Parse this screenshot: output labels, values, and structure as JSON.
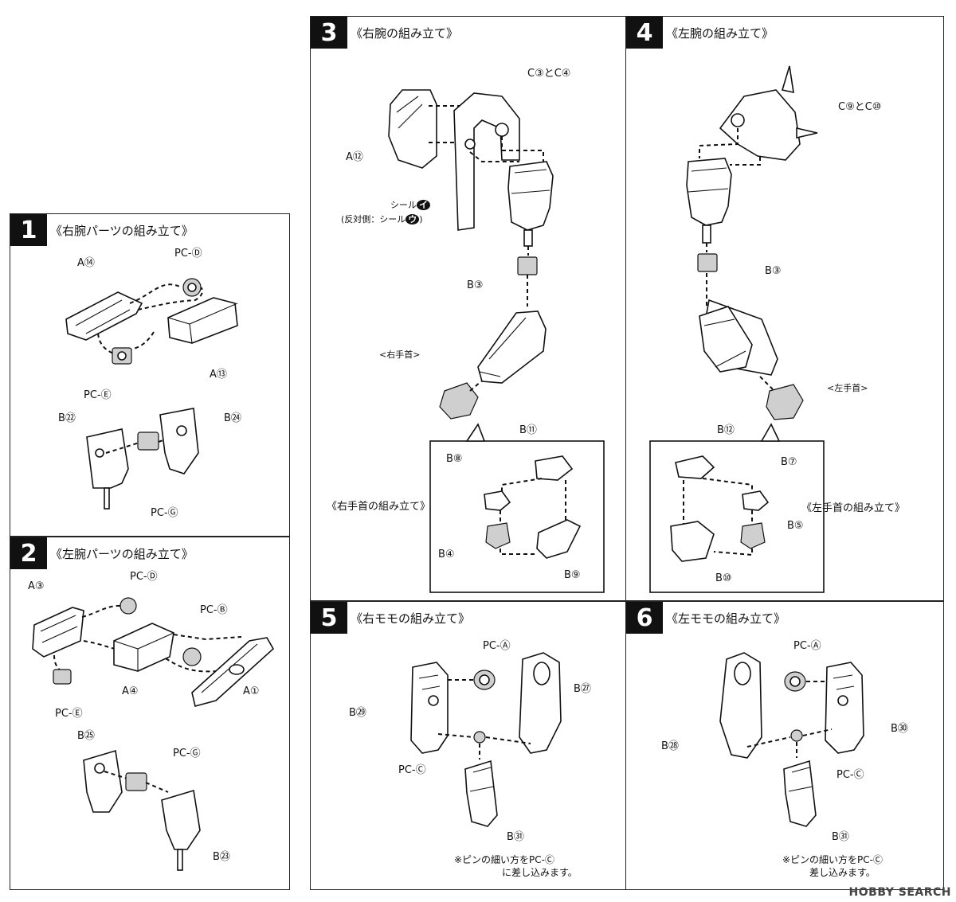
{
  "panel1": {
    "num": "1",
    "title": "《右腕パーツの組み立て》",
    "labels": {
      "a14": "A⑭",
      "pcd": "PC-Ⓓ",
      "a13": "A⑬",
      "pce": "PC-Ⓔ",
      "b22": "B㉒",
      "b24": "B㉔",
      "pcg": "PC-Ⓖ"
    }
  },
  "panel2": {
    "num": "2",
    "title": "《左腕パーツの組み立て》",
    "labels": {
      "a3": "A③",
      "pcd": "PC-Ⓓ",
      "pcb": "PC-Ⓑ",
      "pce": "PC-Ⓔ",
      "a4": "A④",
      "a1": "A①",
      "b25": "B㉕",
      "pcg": "PC-Ⓖ",
      "b23": "B㉓"
    }
  },
  "panel3": {
    "num": "3",
    "title": "《右腕の組み立て》",
    "labels": {
      "c34": "C③とC④",
      "a12": "A⑫",
      "seal1": "シール",
      "seal1mark": "イ",
      "seal2": "(反対側：シール",
      "seal2mark": "ウ",
      "seal2end": ")",
      "b3": "B③",
      "wrist": "<右手首>",
      "b11": "B⑪",
      "b8": "B⑧",
      "b4": "B④",
      "b9": "B⑨"
    },
    "subtitle": "《右手首の組み立て》"
  },
  "panel4": {
    "num": "4",
    "title": "《左腕の組み立て》",
    "labels": {
      "c910": "C⑨とC⑩",
      "b3": "B③",
      "wrist": "<左手首>",
      "b12": "B⑫",
      "b7": "B⑦",
      "b5": "B⑤",
      "b10": "B⑩"
    },
    "subtitle": "《左手首の組み立て》"
  },
  "panel5": {
    "num": "5",
    "title": "《右モモの組み立て》",
    "labels": {
      "pca": "PC-Ⓐ",
      "b27": "B㉗",
      "b29": "B㉙",
      "pcc": "PC-Ⓒ",
      "b31": "B㉛"
    },
    "note1": "※ピンの細い方をPC-Ⓒ",
    "note2": "に差し込みます。"
  },
  "panel6": {
    "num": "6",
    "title": "《左モモの組み立て》",
    "labels": {
      "pca": "PC-Ⓐ",
      "b30": "B㉚",
      "b28": "B㉘",
      "pcc": "PC-Ⓒ",
      "b31": "B㉛"
    },
    "note1": "※ピンの細い方をPC-Ⓒ",
    "note2": "差し込みます。"
  },
  "watermark": {
    "brand": "HOBBY SEARCH"
  },
  "colors": {
    "line": "#111111",
    "shade": "#cfcfcf",
    "badge": "#111111"
  }
}
